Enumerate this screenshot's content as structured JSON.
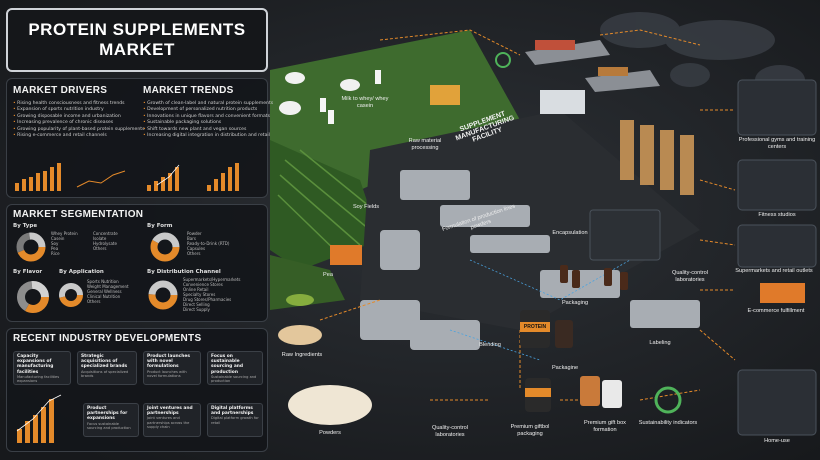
{
  "title": {
    "line1": "PROTEIN SUPPLEMENTS",
    "line2": "MARKET"
  },
  "drivers": {
    "heading": "MARKET DRIVERS",
    "items": [
      "Rising health consciousness and fitness trends",
      "Expansion of sports nutrition industry",
      "Growing disposable income and urbanization",
      "Increasing prevalence of chronic diseases",
      "Growing popularity of plant-based protein supplements",
      "Rising e-commerce and retail channels"
    ]
  },
  "trends": {
    "heading": "MARKET TRENDS",
    "items": [
      "Growth of clean-label and natural protein supplements",
      "Development of personalized nutrition products",
      "Innovations in unique flavors and convenient formats",
      "Sustainable packaging solutions",
      "Shift towards new plant and vegan sources",
      "Increasing digital integration in distribution and retail"
    ]
  },
  "segmentation": {
    "heading": "MARKET SEGMENTATION",
    "by_type": {
      "label": "By Type",
      "items": [
        "Whey Protein",
        "Casein",
        "Soy",
        "Pea",
        "Rice",
        "Concentrate",
        "Isolate",
        "Hydrolysate",
        "Others"
      ]
    },
    "by_form": {
      "label": "By Form",
      "items": [
        "Powder",
        "Bars",
        "Ready-to-Drink (RTD)",
        "Capsules",
        "Others"
      ]
    },
    "by_flavor": {
      "label": "By Flavor"
    },
    "by_application": {
      "label": "By Application",
      "items": [
        "Sports Nutrition",
        "Weight Management",
        "General Wellness",
        "Clinical Nutrition",
        "Others"
      ]
    },
    "by_channel": {
      "label": "By Distribution Channel",
      "items": [
        "Supermarkets/Hypermarkets",
        "Convenience Stores",
        "Online Retail",
        "Specialty Stores",
        "Drug Stores/Pharmacies",
        "Direct Selling",
        "Direct Supply"
      ]
    }
  },
  "developments": {
    "heading": "RECENT INDUSTRY DEVELOPMENTS",
    "cards": [
      {
        "h": "Capacity expansions of manufacturing facilities",
        "b": "Manufacturing facilities expansions"
      },
      {
        "h": "Strategic acquisitions of specialized brands",
        "b": "Acquisitions of specialized brands"
      },
      {
        "h": "Product launches with novel formulations",
        "b": "Product launches with novel formulations"
      },
      {
        "h": "Focus on sustainable sourcing and production",
        "b": "Sustainable sourcing and production"
      },
      {
        "h": "Product partnerships for expansions",
        "b": "Focus sustainable sourcing and production"
      },
      {
        "h": "Joint ventures and partnerships",
        "b": "Joint ventures and partnerships across the supply chain"
      },
      {
        "h": "Digital platforms and partnerships",
        "b": "Digital platform growth for retail"
      }
    ]
  },
  "flow": {
    "facility_title": "SUPPLEMENT MANUFACTURING FACILITY",
    "milk_label": "Milk to whey/ whey casein",
    "raw_material": "Raw material processing",
    "soy_fields": "Soy Fields",
    "formulation": "Formulation of production lines powders",
    "encapsulation": "Encapsulation",
    "pea": "Pea",
    "raw_ingredients": "Raw Ingredients",
    "powders": "Powders",
    "blending": "Blending",
    "packaging_mid": "Packaging",
    "packaging_low": "Packagine",
    "labeling": "Labeling",
    "quality_top": "Quality-control laboratories",
    "quality_bottom": "Quality-control laboratories",
    "giftbox_packaging": "Premium giftbol packaging",
    "giftbox_formation": "Premium gift box formation",
    "sustainability": "Sustainability indicators",
    "jar_label": "PROTEIN"
  },
  "destinations": {
    "gyms": "Professional gyms and training centers",
    "fitness": "Fitness studios",
    "supermarkets": "Supermarkets and retail outlets",
    "ecommerce": "E-commerce fulfillment",
    "home": "Home-use"
  },
  "colors": {
    "accent": "#e48a2a",
    "flow_line": "#e48a2a",
    "blue_line": "#4aa3e0",
    "panel": "#15171a",
    "field": "#3e6b2e"
  }
}
